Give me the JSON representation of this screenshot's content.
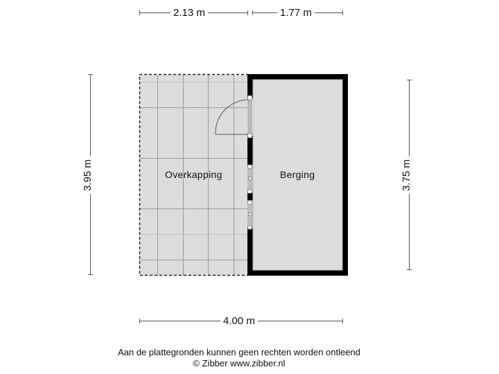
{
  "plan": {
    "rooms": [
      {
        "name": "Overkapping",
        "type": "covered-area"
      },
      {
        "name": "Berging",
        "type": "storage"
      }
    ]
  },
  "dimensions": {
    "top_left": "2.13 m",
    "top_right": "1.77 m",
    "left": "3.95 m",
    "right": "3.75 m",
    "bottom": "4.00 m"
  },
  "footer": {
    "disclaimer": "Aan de plattegronden kunnen geen rechten worden ontleend",
    "copyright": "© Zibber www.zibber.nl"
  },
  "colors": {
    "floor": "#dcdcdc",
    "wall": "#000000",
    "grid": "#9a9a9a",
    "dimension_line": "#555555"
  }
}
